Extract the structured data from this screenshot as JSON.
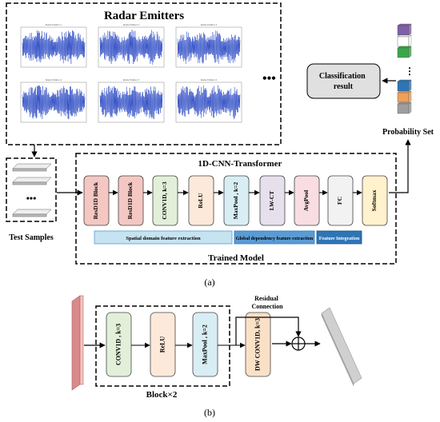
{
  "top": {
    "radar_title": "Radar Emitters",
    "ellipsis": "•••",
    "plot_titles": [
      "Radar Emitter 1",
      "Radar Emitter 2",
      "Radar Emitter 3",
      "Radar Emitter 4",
      "Radar Emitter 5",
      "Radar Emitter 6"
    ],
    "classification": "Classification result",
    "probability": "Probability Set",
    "test_samples": "Test Samples",
    "model_title": "1D-CNN-Transformer",
    "blocks": [
      "ResD1D Block",
      "ResD1D Block",
      "CONV1D, k=3",
      "ReLU",
      "MaxPool , k=2",
      "LW-CT",
      "AvgPool",
      "FC",
      "Softmax"
    ],
    "groups": {
      "spatial": "Spatial domain feature extraction",
      "global": "Global dependency feature extraction",
      "integration": "Feature Integration"
    },
    "trained_model": "Trained Model",
    "caption": "(a)"
  },
  "bottom": {
    "blocks": [
      "CONV1D , k=3",
      "ReLU",
      "MaxPool , k=2",
      "DW CONV1D, k=3"
    ],
    "residual_line1": "Residual",
    "residual_line2": "Connection",
    "repeat": "Block×2",
    "caption": "(b)"
  },
  "colors": {
    "resblock": "#f4c7c3",
    "conv": "#e2f0d9",
    "relu": "#fde9d9",
    "maxpool": "#d9eef4",
    "lwct": "#e6e0ec",
    "avgpool": "#f8dde3",
    "fc": "#f2f2f2",
    "softmax": "#fff2cc",
    "spatial_bar": "#c5e3f0",
    "global_bar": "#5b9bd5",
    "integration_bar": "#2e75b6",
    "signal": "#1f3fbf",
    "stack_colors": [
      "#7f5fa7",
      "#ffffff",
      "#3aa64a",
      "#2e75b6",
      "#f0a05a",
      "#9e9e9e"
    ]
  }
}
